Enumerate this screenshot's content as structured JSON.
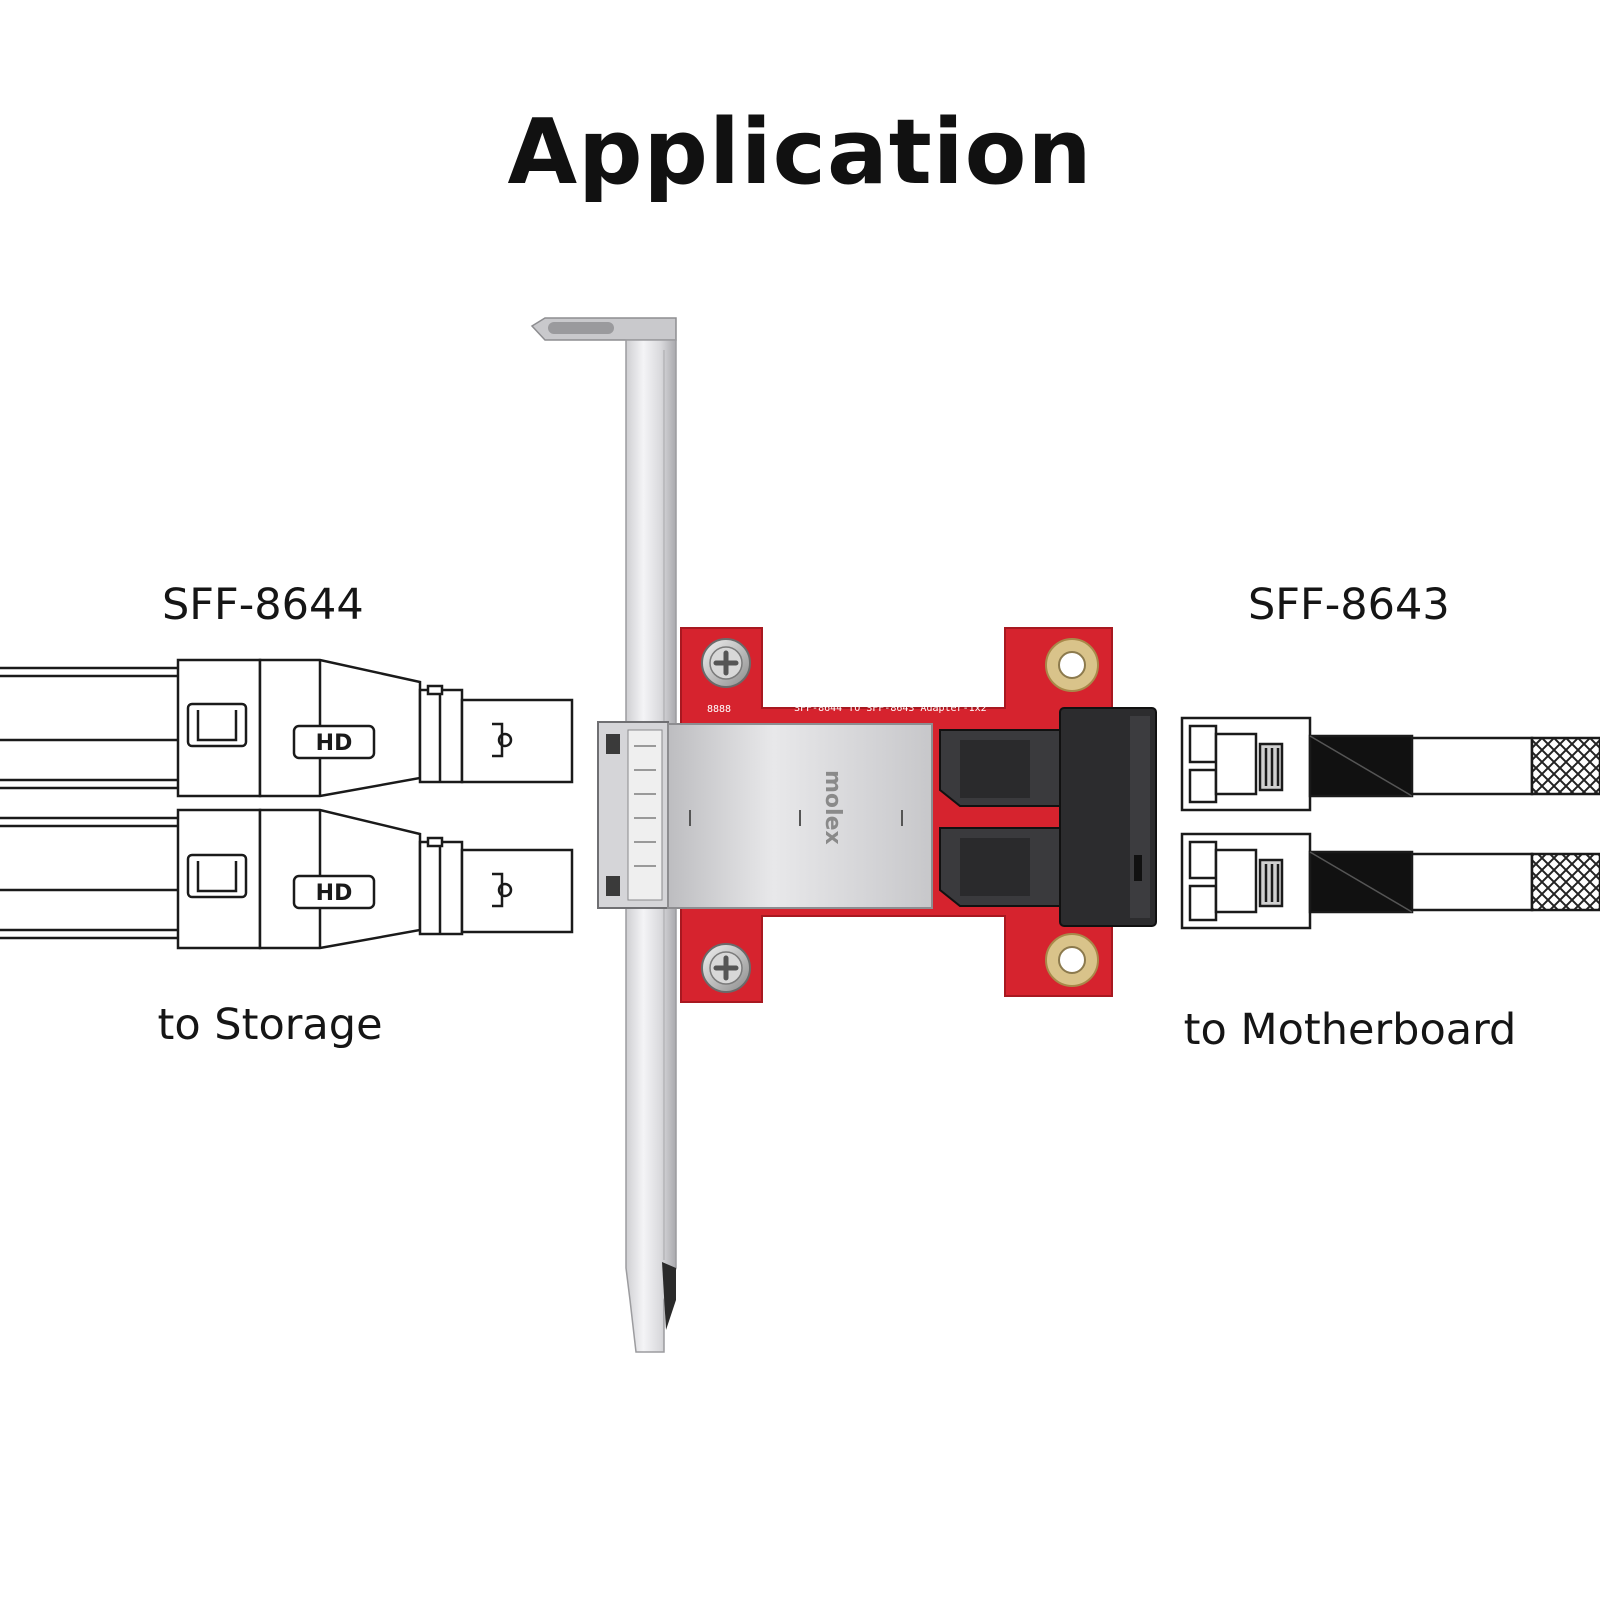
{
  "title": "Application",
  "left": {
    "connector_label": "SFF-8644",
    "destination_label": "to Storage",
    "plug_badge": "HD"
  },
  "right": {
    "connector_label": "SFF-8643",
    "destination_label": "to Motherboard"
  },
  "board": {
    "silkscreen": "SFF-8644 TO SFF-8643 Adapter-1x2",
    "serial": "8888",
    "brand": "molex",
    "pcb_color": "#d6232e"
  }
}
